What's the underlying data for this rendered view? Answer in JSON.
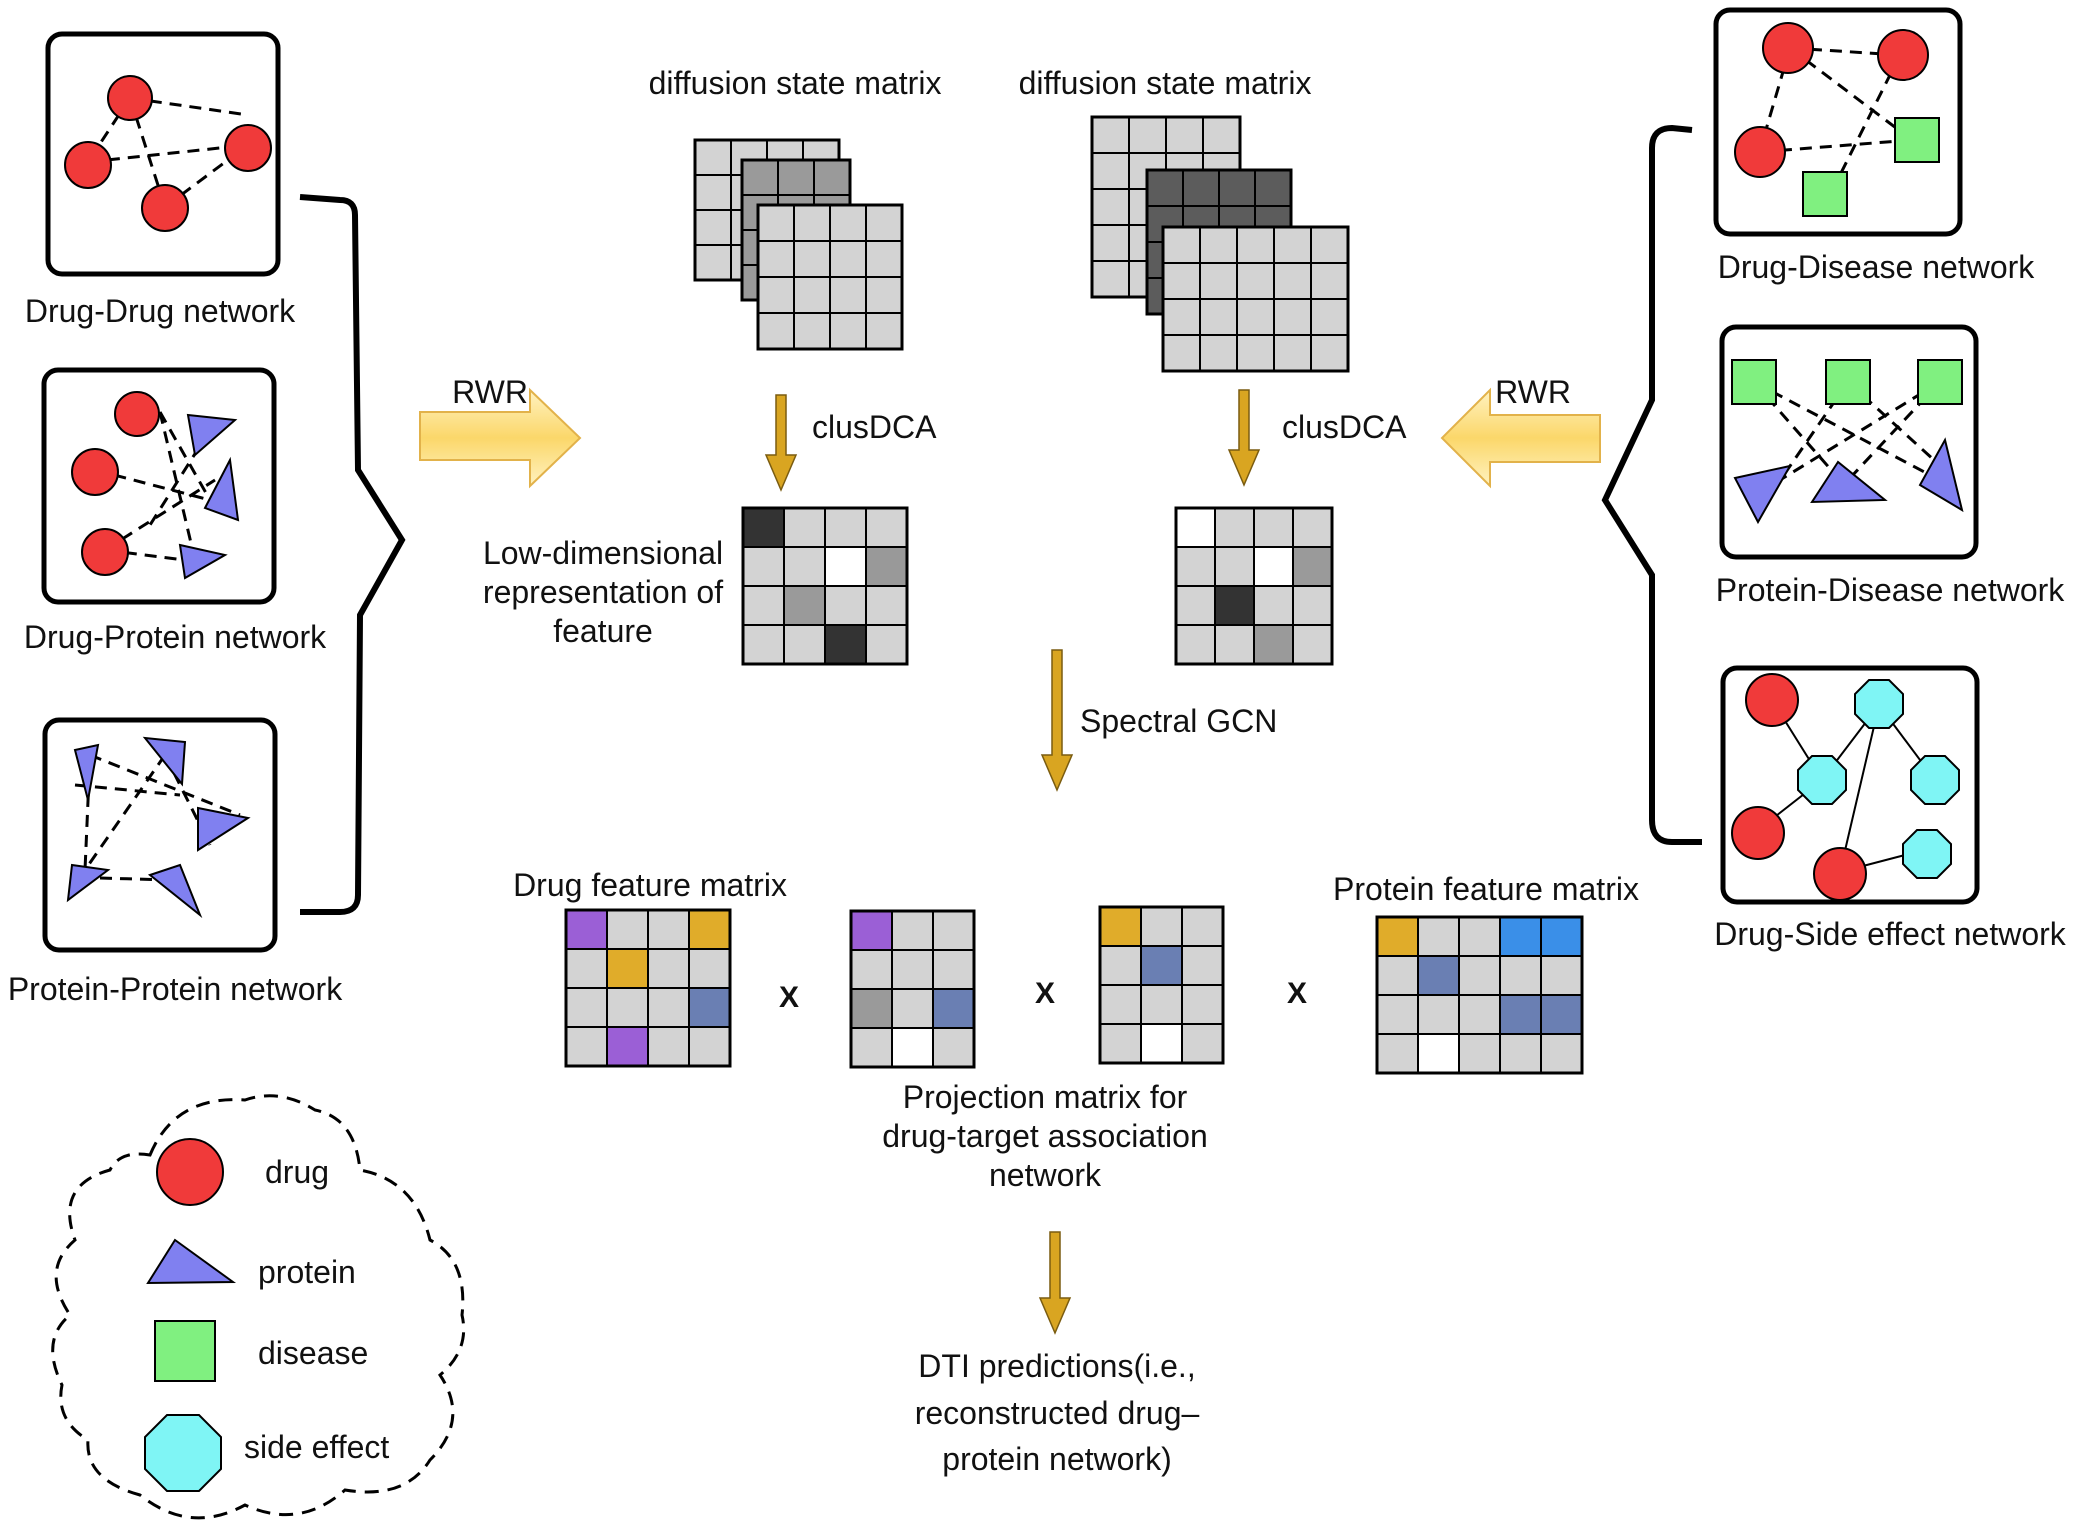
{
  "networks": {
    "drug_drug": "Drug-Drug network",
    "drug_protein": "Drug-Protein network",
    "protein_protein": "Protein-Protein network",
    "drug_disease": "Drug-Disease network",
    "protein_disease": "Protein-Disease network",
    "drug_side_effect": "Drug-Side effect network"
  },
  "steps": {
    "rwr_left": "RWR",
    "rwr_right": "RWR",
    "clusdca_left": "clusDCA",
    "clusdca_right": "clusDCA",
    "spectral_gcn": "Spectral GCN"
  },
  "matrices": {
    "diffusion_left": "diffusion state matrix",
    "diffusion_right": "diffusion state matrix",
    "low_dim_line1": "Low-dimensional",
    "low_dim_line2": "representation of",
    "low_dim_line3": "feature",
    "drug_feature": "Drug feature matrix",
    "protein_feature": "Protein feature matrix",
    "multiply_symbol": "X",
    "projection_line1": "Projection matrix for",
    "projection_line2": "drug-target association",
    "projection_line3": "network"
  },
  "output": {
    "line1": "DTI predictions(i.e.,",
    "line2": "reconstructed drug–",
    "line3": "protein network)"
  },
  "legend": {
    "drug": "drug",
    "protein": "protein",
    "disease": "disease",
    "side_effect": "side effect"
  },
  "colors": {
    "drug": "#f03a3a",
    "protein": "#8080f0",
    "disease": "#80f080",
    "side_effect": "#7ff5f5",
    "cell": "#d3d3d3",
    "arrow_gold": "#d9a521",
    "rwr_arrow": "#fbe39a",
    "purple": "#9b5fd6",
    "gold": "#e0ac2a",
    "steel_blue": "#6a7fb3",
    "bright_blue": "#3a8fe8"
  }
}
